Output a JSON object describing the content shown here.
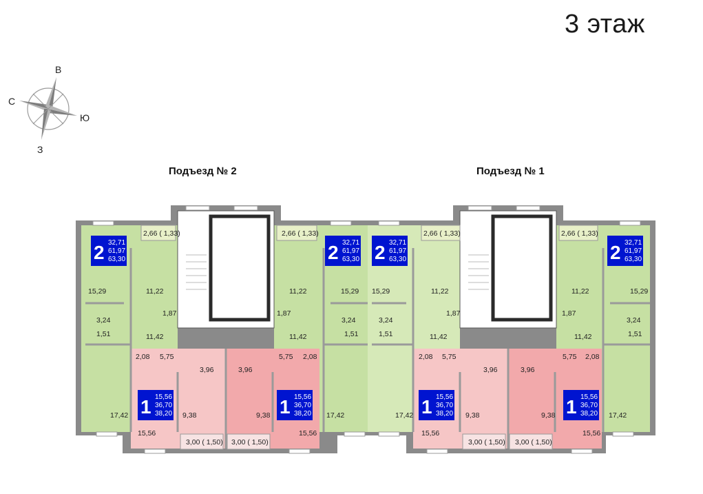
{
  "title": "3 этаж",
  "compass": {
    "north": "С",
    "east": "В",
    "south": "Ю",
    "west": "З"
  },
  "entrances": {
    "left": "Подъезд № 2",
    "right": "Подъезд № 1"
  },
  "colors": {
    "two_room": "#c6e0a3",
    "one_room": "#f6c6c6",
    "walls": "#8a8a8a",
    "balcony": "#e8f0c8",
    "badge": "#0014d0"
  },
  "apartments": [
    {
      "rooms": "2",
      "areas": [
        "32,71",
        "61,97",
        "63,30"
      ]
    },
    {
      "rooms": "2",
      "areas": [
        "32,71",
        "61,97",
        "63,30"
      ]
    },
    {
      "rooms": "2",
      "areas": [
        "32,71",
        "61,97",
        "63,30"
      ]
    },
    {
      "rooms": "2",
      "areas": [
        "32,71",
        "61,97",
        "63,30"
      ]
    },
    {
      "rooms": "1",
      "areas": [
        "15,56",
        "36,70",
        "38,20"
      ]
    },
    {
      "rooms": "1",
      "areas": [
        "15,56",
        "36,70",
        "38,20"
      ]
    },
    {
      "rooms": "1",
      "areas": [
        "15,56",
        "36,70",
        "38,20"
      ]
    },
    {
      "rooms": "1",
      "areas": [
        "15,56",
        "36,70",
        "38,20"
      ]
    }
  ],
  "room_labels": {
    "balcony_top": "2,66 ( 1,33)",
    "balcony_bottom": "3,00 ( 1,50)",
    "living": "15,29",
    "kitchen": "11,22",
    "bath": "3,24",
    "wc": "1,51",
    "hall": "11,42",
    "closet": "1,87",
    "bedroom": "17,42",
    "one_room": "15,56",
    "one_kitchen": "9,38",
    "one_hall": "5,75",
    "one_bath": "3,96",
    "one_wc": "2,08"
  }
}
